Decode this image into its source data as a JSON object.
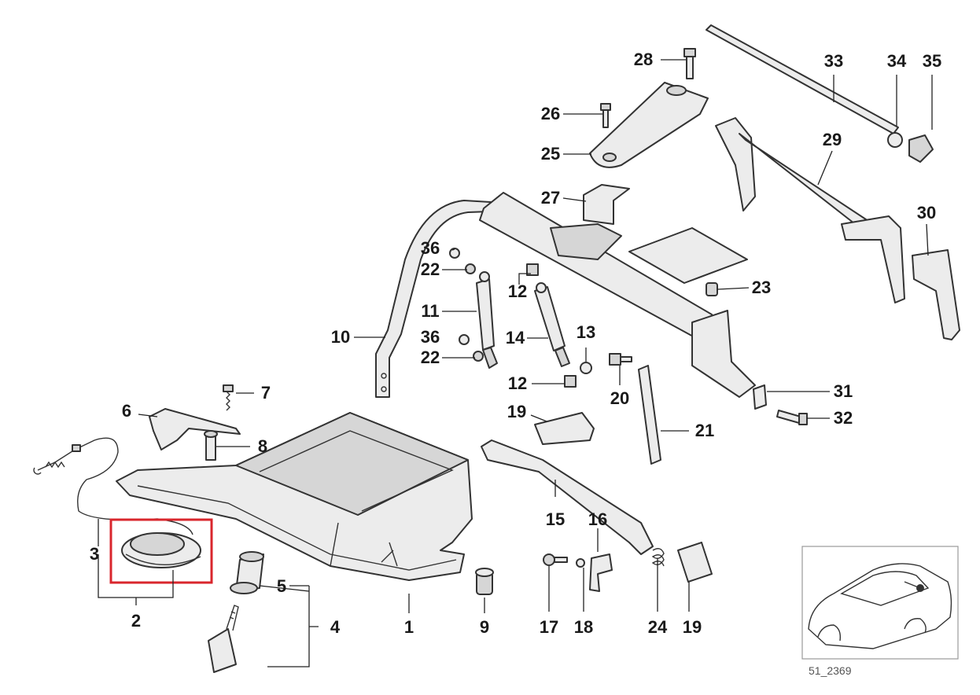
{
  "diagram": {
    "labels": {
      "l1": "1",
      "l2": "2",
      "l3": "3",
      "l4": "4",
      "l5": "5",
      "l6": "6",
      "l7": "7",
      "l8": "8",
      "l9": "9",
      "l10": "10",
      "l11": "11",
      "l12a": "12",
      "l12b": "12",
      "l13": "13",
      "l14": "14",
      "l15": "15",
      "l16": "16",
      "l17": "17",
      "l18": "18",
      "l19a": "19",
      "l19b": "19",
      "l20": "20",
      "l21": "21",
      "l22a": "22",
      "l22b": "22",
      "l23": "23",
      "l24": "24",
      "l25": "25",
      "l26": "26",
      "l27": "27",
      "l28": "28",
      "l29": "29",
      "l30": "30",
      "l31": "31",
      "l32": "32",
      "l33": "33",
      "l34": "34",
      "l35": "35",
      "l36a": "36",
      "l36b": "36"
    },
    "reference_code": "51_2369",
    "highlight_color": "#d9262c"
  }
}
